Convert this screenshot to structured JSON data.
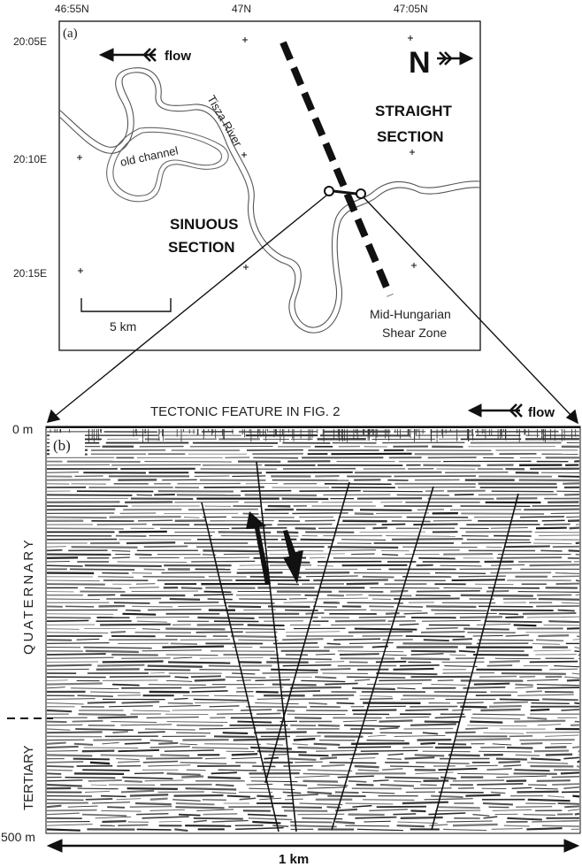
{
  "panel_a": {
    "label": "(a)",
    "lat_labels": [
      "46:55N",
      "47N",
      "47:05N"
    ],
    "lon_labels": [
      "20:05E",
      "20:10E",
      "20:15E"
    ],
    "flow_label": "flow",
    "north_label": "N",
    "river_label": "Tisza River",
    "old_channel_label": "old channel",
    "straight_section": [
      "STRAIGHT",
      "SECTION"
    ],
    "sinuous_section": [
      "SINUOUS",
      "SECTION"
    ],
    "scale_label": "5 km",
    "shear_zone": [
      "Mid-Hungarian",
      "Shear Zone"
    ]
  },
  "panel_b": {
    "label": "(b)",
    "title": "TECTONIC FEATURE IN FIG. 2",
    "flow_label": "flow",
    "depth_top": "0 m",
    "depth_bottom": "500 m",
    "quaternary": "QUATERNARY",
    "tertiary": "TERTIARY",
    "width_label": "1 km"
  },
  "colors": {
    "ink": "#111111",
    "river": "#555555",
    "seismic": "#1a1a1a"
  }
}
